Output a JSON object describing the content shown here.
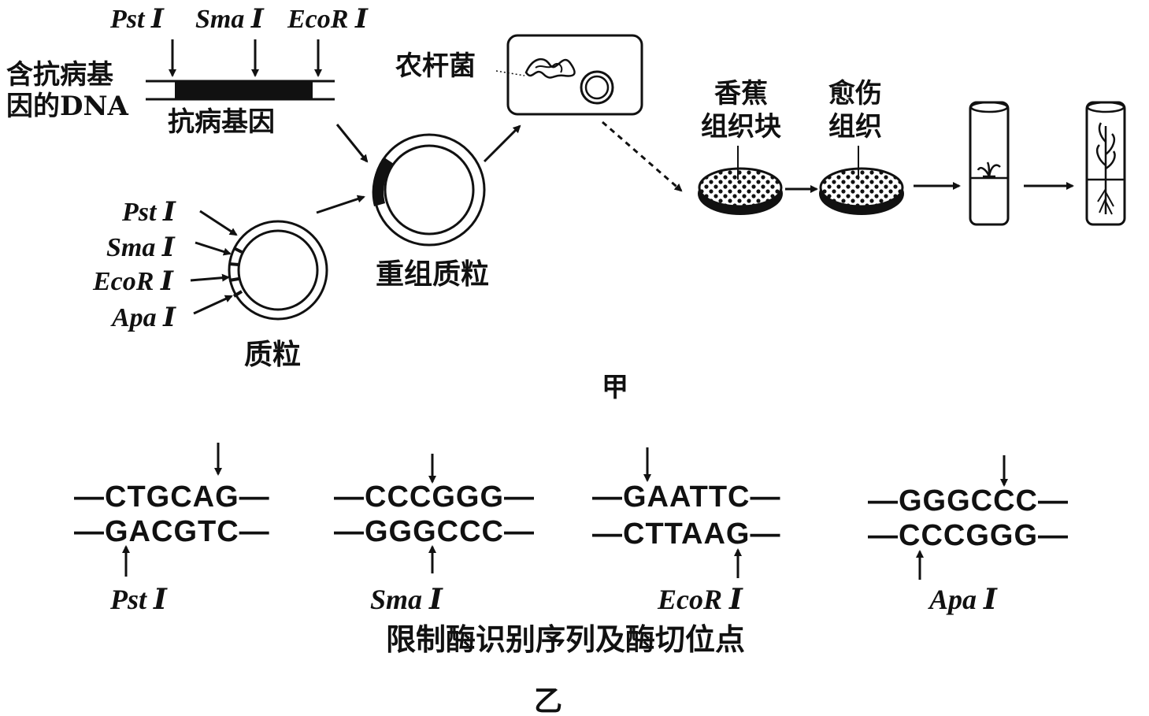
{
  "figure_a": {
    "caption": "甲",
    "dna_label_line1": "含抗病基",
    "dna_label_line2": "因的DNA",
    "gene_label": "抗病基因",
    "dna_sites": [
      "Pst Ⅰ",
      "Sma Ⅰ",
      "EcoR Ⅰ"
    ],
    "plasmid_sites": [
      "Pst Ⅰ",
      "Sma Ⅰ",
      "EcoR Ⅰ",
      "Apa Ⅰ"
    ],
    "plasmid_label": "质粒",
    "recombinant_label": "重组质粒",
    "agrobacterium_label": "农杆菌",
    "tissue_label_line1": "香蕉",
    "tissue_label_line2": "组织块",
    "callus_label_line1": "愈伤",
    "callus_label_line2": "组织"
  },
  "figure_b": {
    "caption": "乙",
    "title": "限制酶识别序列及酶切位点",
    "enzymes": [
      {
        "name": "Pst Ⅰ",
        "top": "—CTGCAG—",
        "bottom": "—GACGTC—"
      },
      {
        "name": "Sma Ⅰ",
        "top": "—CCCGGG—",
        "bottom": "—GGGCCC—"
      },
      {
        "name": "EcoR Ⅰ",
        "top": "—GAATTC—",
        "bottom": "—CTTAAG—"
      },
      {
        "name": "Apa Ⅰ",
        "top": "—GGGCCC—",
        "bottom": "—CCCGGG—"
      }
    ]
  }
}
